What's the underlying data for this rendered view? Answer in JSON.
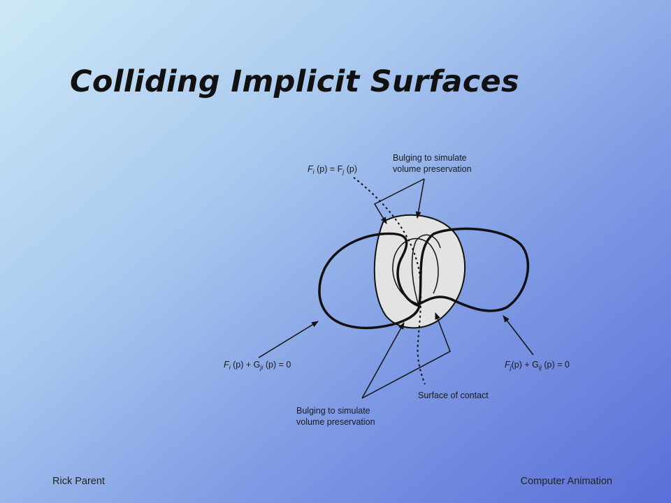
{
  "slide": {
    "title": "Colliding Implicit Surfaces"
  },
  "diagram": {
    "label_contact_equation": "F",
    "label_contact_equation_parts": [
      "F",
      "i",
      " (p) = F",
      "j",
      " (p)"
    ],
    "label_bulge_top_line1": "Bulging to simulate",
    "label_bulge_top_line2": "volume preservation",
    "label_left_surface": [
      "F",
      "i",
      " (p) + G",
      "ji",
      " (p) = 0"
    ],
    "label_right_surface": [
      "F",
      "j",
      "(p) + G",
      "ij",
      " (p) = 0"
    ],
    "label_bulge_bottom_line1": "Bulging to simulate",
    "label_bulge_bottom_line2": "volume preservation",
    "label_surface_of_contact": "Surface of contact"
  },
  "footer": {
    "author": "Rick Parent",
    "course": "Computer Animation"
  }
}
